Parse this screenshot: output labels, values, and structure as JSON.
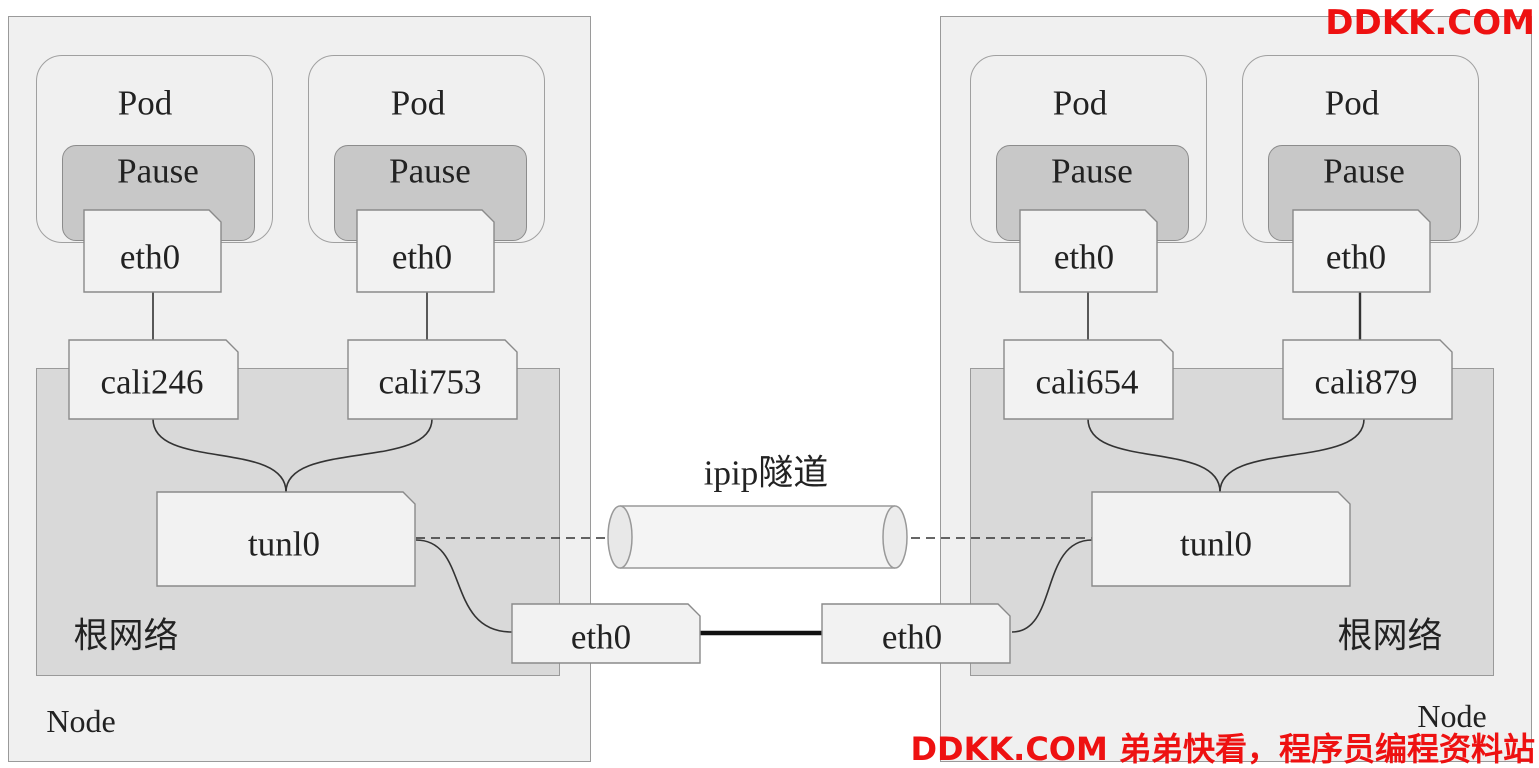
{
  "node_label": "Node",
  "root_network_label": "根网络",
  "pod_label": "Pod",
  "pause_label": "Pause",
  "pod_interface_label": "eth0",
  "left_node": {
    "veth": [
      "cali246",
      "cali753"
    ],
    "tunnel": "tunl0",
    "physical": "eth0"
  },
  "right_node": {
    "veth": [
      "cali654",
      "cali879"
    ],
    "tunnel": "tunl0",
    "physical": "eth0"
  },
  "tunnel_label": "ipip隧道",
  "watermark_top": "DDKK.COM",
  "watermark_bottom": "DDKK.COM 弟弟快看，程序员编程资料站"
}
